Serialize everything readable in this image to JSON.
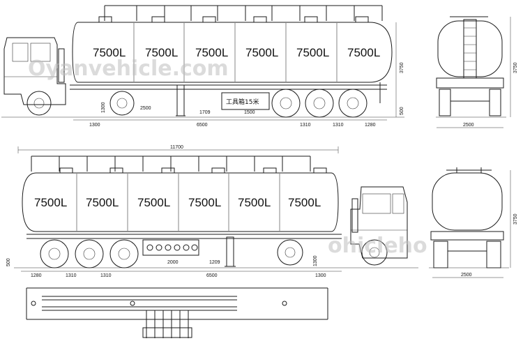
{
  "side_view_top": {
    "capacity_labels": [
      "7500L",
      "7500L",
      "7500L",
      "7500L",
      "7500L",
      "7500L"
    ],
    "watermark": "Oyanvehicle.com",
    "toolbox_label": "工具箱15米",
    "dims": {
      "overall_height": "3750",
      "ground_clearance": "500",
      "kingpin": "1300",
      "front": "1300",
      "wheelbase": "6500",
      "spacing1": "1310",
      "spacing2": "1310",
      "rear": "1280",
      "d2500": "2500",
      "d1709": "1709",
      "d1500": "1500"
    }
  },
  "rear_view_top": {
    "height": "3750",
    "width": "2500"
  },
  "side_view_bottom": {
    "capacity_labels": [
      "7500L",
      "7500L",
      "7500L",
      "7500L",
      "7500L",
      "7500L"
    ],
    "watermark": "ohicleho",
    "dims": {
      "overall_length": "11700",
      "rear": "1280",
      "spacing1": "1310",
      "spacing2": "1310",
      "wheelbase": "6500",
      "front": "1300",
      "ground_clearance": "500",
      "d2000": "2000",
      "d1209": "1209",
      "kingpin": "1300"
    }
  },
  "front_view_bottom": {
    "height": "3750",
    "width": "2500"
  }
}
